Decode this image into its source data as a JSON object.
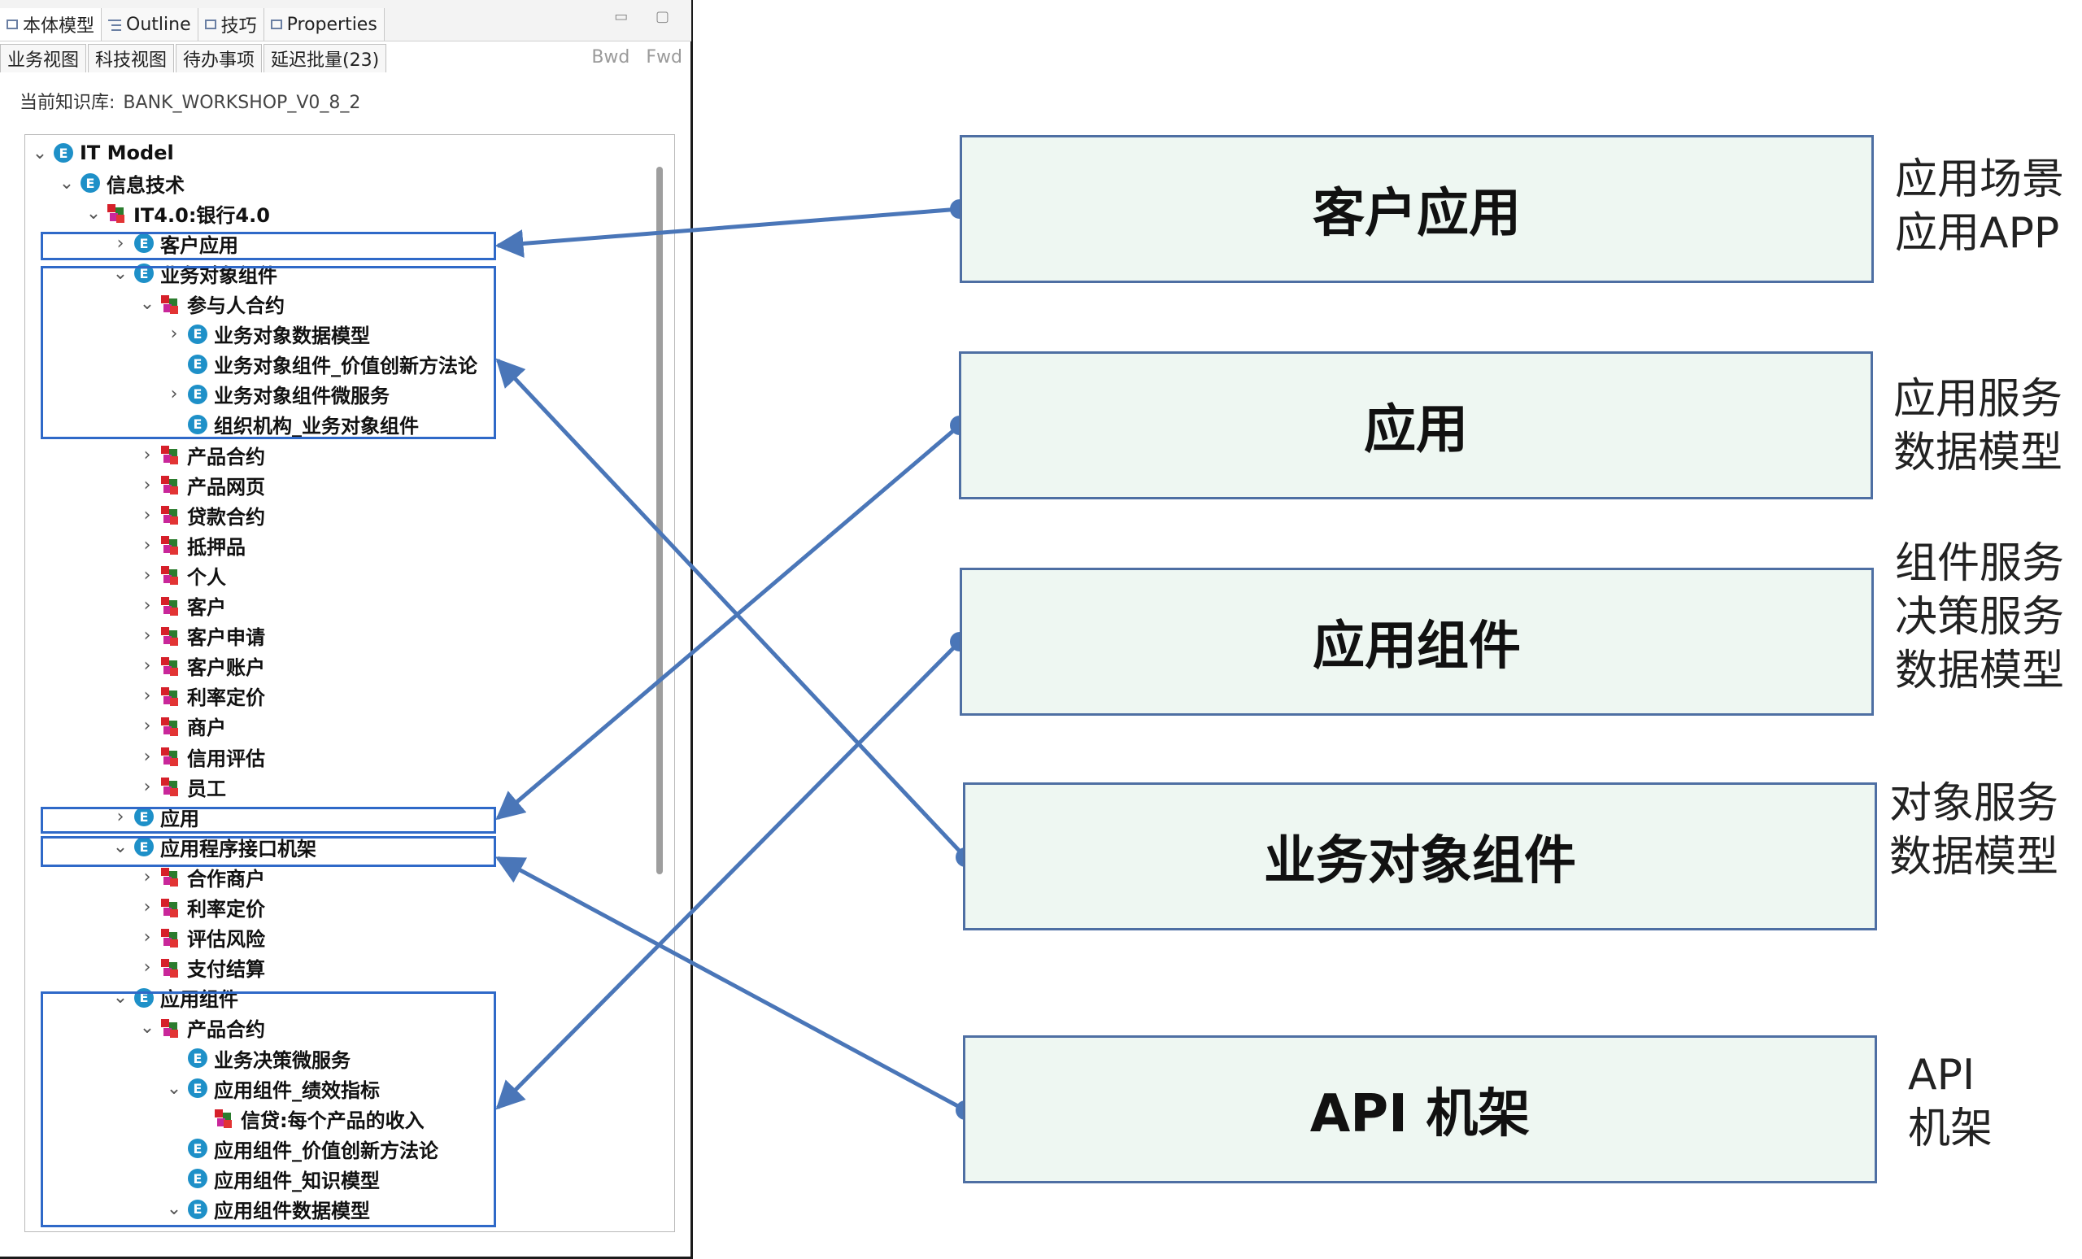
{
  "panel": {
    "tabs": [
      {
        "label": "本体模型",
        "icon": "panel-icon"
      },
      {
        "label": "Outline",
        "icon": "outline-icon"
      },
      {
        "label": "技巧",
        "icon": "panel-icon"
      },
      {
        "label": "Properties",
        "icon": "panel-icon"
      }
    ],
    "window_buttons": "▭ ▢",
    "subtabs": [
      "业务视图",
      "科技视图",
      "待办事项",
      "延迟批量(23)"
    ],
    "nav": {
      "back": "Bwd",
      "forward": "Fwd"
    },
    "knowledge_base": {
      "label": "当前知识库:",
      "value": "BANK_WORKSHOP_V0_8_2"
    }
  },
  "tree": [
    {
      "label": "IT Model",
      "indent": 0,
      "chevron": "v",
      "icon": "e"
    },
    {
      "label": "信息技术",
      "indent": 1,
      "chevron": "v",
      "icon": "e"
    },
    {
      "label": "IT4.0:银行4.0",
      "indent": 2,
      "chevron": "v",
      "icon": "cube"
    },
    {
      "label": "客户应用",
      "indent": 3,
      "chevron": ">",
      "icon": "e"
    },
    {
      "label": "业务对象组件",
      "indent": 3,
      "chevron": "v",
      "icon": "e"
    },
    {
      "label": "参与人合约",
      "indent": 4,
      "chevron": "v",
      "icon": "cube"
    },
    {
      "label": "业务对象数据模型",
      "indent": 5,
      "chevron": ">",
      "icon": "e"
    },
    {
      "label": "业务对象组件_价值创新方法论",
      "indent": 5,
      "chevron": "",
      "icon": "e"
    },
    {
      "label": "业务对象组件微服务",
      "indent": 5,
      "chevron": ">",
      "icon": "e"
    },
    {
      "label": "组织机构_业务对象组件",
      "indent": 5,
      "chevron": "",
      "icon": "e"
    },
    {
      "label": "产品合约",
      "indent": 4,
      "chevron": ">",
      "icon": "cube"
    },
    {
      "label": "产品网页",
      "indent": 4,
      "chevron": ">",
      "icon": "cube"
    },
    {
      "label": "贷款合约",
      "indent": 4,
      "chevron": ">",
      "icon": "cube"
    },
    {
      "label": "抵押品",
      "indent": 4,
      "chevron": ">",
      "icon": "cube"
    },
    {
      "label": "个人",
      "indent": 4,
      "chevron": ">",
      "icon": "cube"
    },
    {
      "label": "客户",
      "indent": 4,
      "chevron": ">",
      "icon": "cube"
    },
    {
      "label": "客户申请",
      "indent": 4,
      "chevron": ">",
      "icon": "cube"
    },
    {
      "label": "客户账户",
      "indent": 4,
      "chevron": ">",
      "icon": "cube"
    },
    {
      "label": "利率定价",
      "indent": 4,
      "chevron": ">",
      "icon": "cube"
    },
    {
      "label": "商户",
      "indent": 4,
      "chevron": ">",
      "icon": "cube"
    },
    {
      "label": "信用评估",
      "indent": 4,
      "chevron": ">",
      "icon": "cube"
    },
    {
      "label": "员工",
      "indent": 4,
      "chevron": ">",
      "icon": "cube"
    },
    {
      "label": "应用",
      "indent": 3,
      "chevron": ">",
      "icon": "e"
    },
    {
      "label": "应用程序接口机架",
      "indent": 3,
      "chevron": "v",
      "icon": "e"
    },
    {
      "label": "合作商户",
      "indent": 4,
      "chevron": ">",
      "icon": "cube"
    },
    {
      "label": "利率定价",
      "indent": 4,
      "chevron": ">",
      "icon": "cube"
    },
    {
      "label": "评估风险",
      "indent": 4,
      "chevron": ">",
      "icon": "cube"
    },
    {
      "label": "支付结算",
      "indent": 4,
      "chevron": ">",
      "icon": "cube"
    },
    {
      "label": "应用组件",
      "indent": 3,
      "chevron": "v",
      "icon": "e"
    },
    {
      "label": "产品合约",
      "indent": 4,
      "chevron": "v",
      "icon": "cube"
    },
    {
      "label": "业务决策微服务",
      "indent": 5,
      "chevron": "",
      "icon": "e"
    },
    {
      "label": "应用组件_绩效指标",
      "indent": 5,
      "chevron": "v",
      "icon": "e"
    },
    {
      "label": "信贷:每个产品的收入",
      "indent": 6,
      "chevron": "",
      "icon": "cube"
    },
    {
      "label": "应用组件_价值创新方法论",
      "indent": 5,
      "chevron": "",
      "icon": "e"
    },
    {
      "label": "应用组件_知识模型",
      "indent": 5,
      "chevron": "",
      "icon": "e"
    },
    {
      "label": "应用组件数据模型",
      "indent": 5,
      "chevron": "v",
      "icon": "e"
    }
  ],
  "layers": [
    {
      "label": "客户应用",
      "description": "应用场景\n应用APP"
    },
    {
      "label": "应用",
      "description": "应用服务\n数据模型"
    },
    {
      "label": "应用组件",
      "description": "组件服务\n决策服务\n数据模型"
    },
    {
      "label": "业务对象组件",
      "description": "对象服务\n数据模型"
    },
    {
      "label": "API 机架",
      "description": "API\n机架"
    }
  ],
  "colors": {
    "accent": "#2f69c8",
    "arrow": "#4a76b8",
    "box_fill": "#eef7f2",
    "box_border": "#4e6fa3",
    "e_icon": "#1e90c8"
  }
}
